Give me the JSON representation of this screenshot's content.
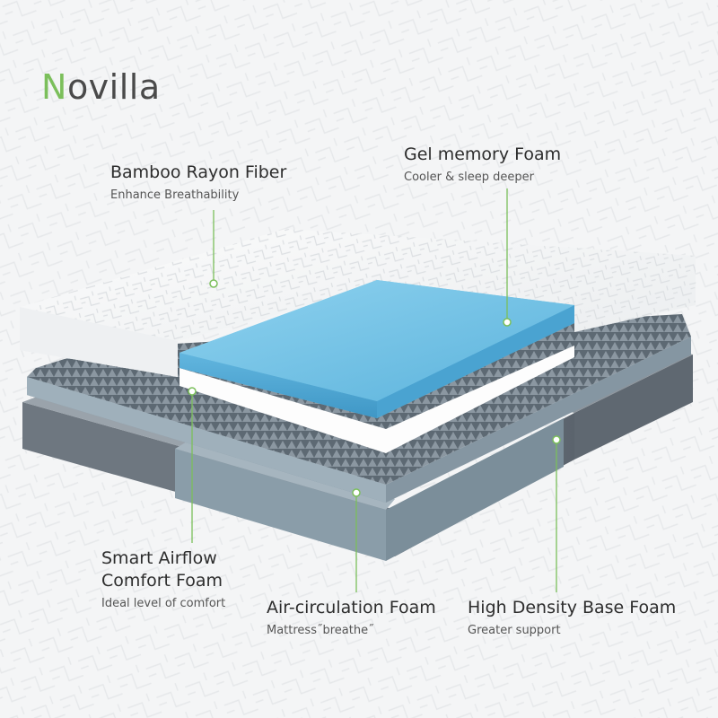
{
  "brand": {
    "initial": "N",
    "rest": "ovilla"
  },
  "callouts": {
    "bamboo": {
      "title": "Bamboo Rayon Fiber",
      "sub": "Enhance Breathability"
    },
    "gel": {
      "title": "Gel memory Foam",
      "sub": "Cooler & sleep deeper"
    },
    "smart": {
      "title_line1": "Smart Airflow",
      "title_line2": "Comfort Foam",
      "sub": "Ideal level of comfort"
    },
    "air": {
      "title": "Air-circulation Foam",
      "sub": "Mattress˝breathe˝"
    },
    "hd": {
      "title": "High Density Base Foam",
      "sub": "Greater support"
    }
  },
  "colors": {
    "accent_green": "#7bbf5b",
    "background": "#f4f5f6",
    "gel_blue": "#6ec0e4",
    "foam_gray_blue": "#8fa1ad",
    "base_gray": "#6c7680"
  },
  "icons": [
    "brand-logo",
    "callout-dot"
  ]
}
